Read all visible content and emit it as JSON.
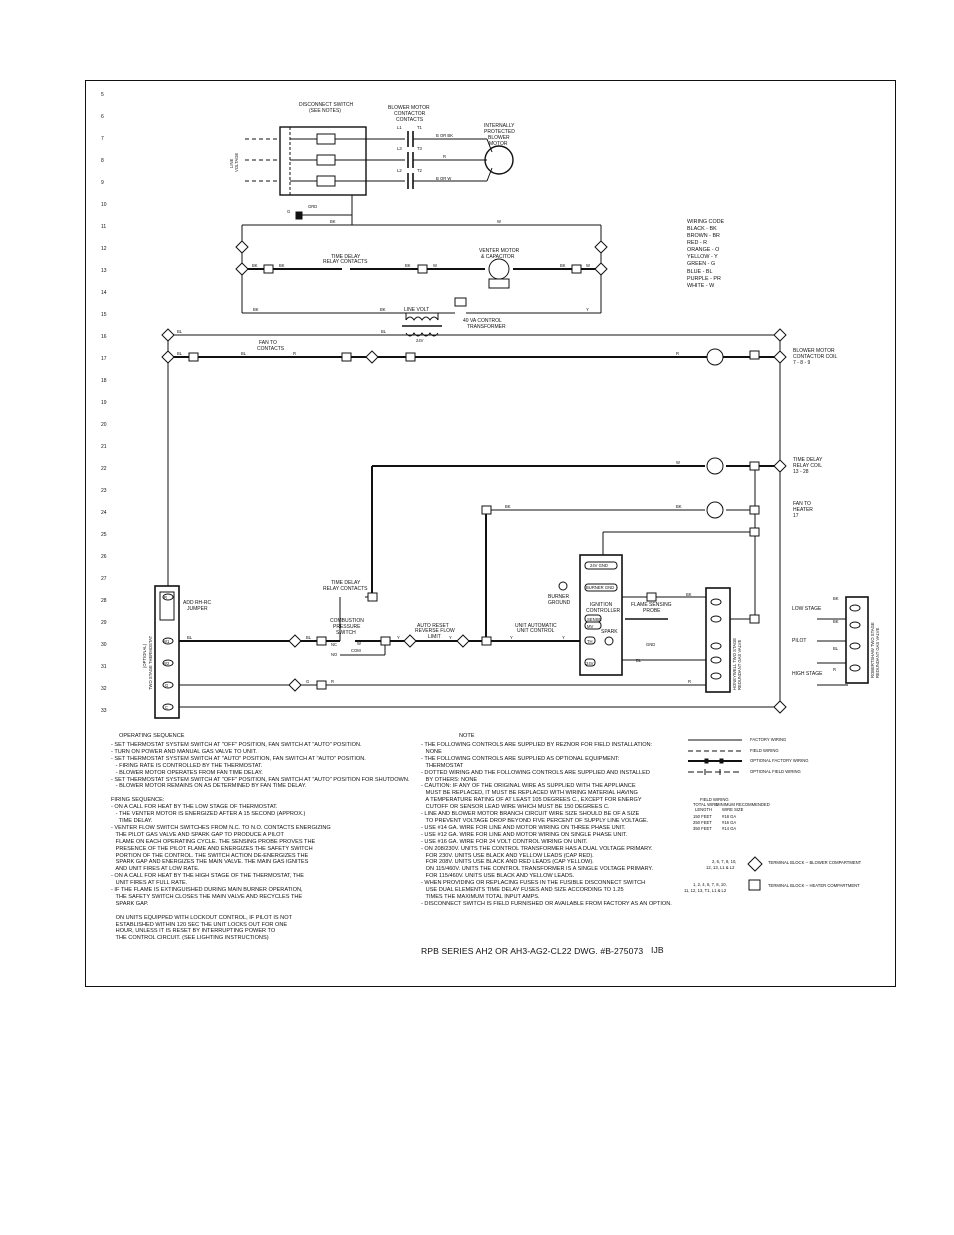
{
  "line_numbers": [
    "5",
    "6",
    "7",
    "8",
    "9",
    "10",
    "11",
    "12",
    "13",
    "14",
    "15",
    "16",
    "17",
    "18",
    "19",
    "20",
    "21",
    "22",
    "23",
    "24",
    "25",
    "26",
    "27",
    "28",
    "29",
    "30",
    "31",
    "32",
    "33"
  ],
  "labels": {
    "disconnect_switch": "DISCONNECT SWITCH",
    "see_notes": "(SEE NOTES)",
    "blower_contactor": "BLOWER MOTOR",
    "blower_contactor2": "CONTACTOR",
    "blower_contactor3": "CONTACTS",
    "l1": "L1",
    "t1": "T1",
    "l3": "L3",
    "t3": "T3",
    "l2": "L2",
    "t2": "T2",
    "line_voltage": "LINE",
    "line_voltage2": "VOLTAGE",
    "internally_protected": "INTERNALLY",
    "internally_protected2": "PROTECTED",
    "internally_protected3": "BLOWER",
    "internally_protected4": "MOTOR",
    "b_or_bk": "B OR BK",
    "b_or_w": "B OR W",
    "r": "R",
    "grd": "GRD",
    "g": "G",
    "bk": "BK",
    "w": "W",
    "time_delay_relay_contacts": "TIME DELAY",
    "time_delay_relay_contacts2": "RELAY CONTACTS",
    "venter_motor": "VENTER MOTOR",
    "venter_motor2": "& CAPACITOR",
    "line_volt": "LINE VOLT",
    "transformer": "40 VA CONTROL",
    "transformer2": "TRANSFORMER",
    "v24": "24V",
    "y": "Y",
    "bl": "BL",
    "fan_to_contacts": "FAN TO",
    "fan_to_contacts2": "CONTACTS",
    "blower_motor_coil": "BLOWER MOTOR",
    "blower_motor_coil2": "CONTACTOR COIL",
    "blower_motor_coil3": "7 - 8 - 9",
    "time_delay_relay_coil": "TIME DELAY",
    "time_delay_relay_coil2": "RELAY COIL",
    "time_delay_relay_coil3": "13 - 28",
    "fan_to_heater": "FAN TO",
    "fan_to_heater2": "HEATER",
    "fan_to_heater3": "17",
    "add_rh_rc": "ADD RH-RC",
    "add_rh_rc2": "JUMPER",
    "combustion_pressure_switch": "COMBUSTION",
    "combustion_pressure_switch2": "PRESSURE",
    "combustion_pressure_switch3": "SWITCH",
    "auto_reset": "AUTO RESET",
    "auto_reset2": "REVERSE FLOW",
    "auto_reset3": "LIMIT",
    "unit_auto_control": "UNIT AUTOMATIC",
    "unit_auto_control2": "UNIT CONTROL",
    "burner_ground": "BURNER",
    "burner_ground2": "GROUND",
    "ignition_controller": "IGNITION",
    "ignition_controller2": "CONTROLLER",
    "flame_sensing": "FLAME SENSING",
    "flame_sensing2": "PROBE",
    "spark": "SPARK",
    "gnd": "GND",
    "no": "NO",
    "nc": "NC",
    "com": "COM",
    "low_stage": "LOW STAGE",
    "pilot": "PILOT",
    "high_stage": "HIGH STAGE",
    "thermostat_vertical": "TWO STAGE THERMOSTAT",
    "thermostat_vertical2": "(OPTIONAL)",
    "honeywell_vertical": "HONEYWELL TWO STAGE",
    "honeywell_vertical2": "REDUNDANT GAS VALVE",
    "robertshaw_vertical": "ROBERTSHAW TWO STAGE",
    "robertshaw_vertical2": "REDUNDANT GAS VALVE",
    "term_24v_gnd": "24V GND",
    "term_burner": "BURNER GND",
    "term_sense": "SENSE",
    "term_mv": "MV",
    "term_24v": "24V",
    "term_th": "TH",
    "term_r": "R",
    "term_w1": "W1",
    "term_w2": "W2",
    "term_c": "C",
    "term_g": "G",
    "term_y": "Y"
  },
  "wiring_code": {
    "title": "WIRING CODE",
    "items": [
      "BLACK - BK",
      "BROWN - BR",
      "RED - R",
      "ORANGE - O",
      "YELLOW - Y",
      "GREEN - G",
      "BLUE - BL",
      "PURPLE - PR",
      "WHITE - W"
    ]
  },
  "legend": {
    "factory_wiring": "FACTORY WIRING",
    "field_wiring": "FIELD WIRING",
    "optional_factory": "OPTIONAL FACTORY WIRING",
    "optional_field": "OPTIONAL FIELD WIRING",
    "field_wiring_title": "FIELD WIRING",
    "total_wire_length": "TOTAL WIRE",
    "total_wire_length2": "LENGTH",
    "min_recommended": "MINIMUM RECOMMENDED",
    "min_recommended2": "WIRE SIZE",
    "rows": [
      [
        "150 FEET",
        "#18 GA"
      ],
      [
        "250 FEET",
        "#16 GA"
      ],
      [
        "350 FEET",
        "#14 GA"
      ]
    ],
    "blower_nums": "2, 6, 7, 8, 10,",
    "blower_nums2": "12, 13, L1 & L2",
    "blower_block": "TERMINAL BLOCK -- BLOWER COMPARTMENT",
    "heater_nums": "1, 2, 4, 6, 7, 8, 10,",
    "heater_nums2": "11, 12, 13, T1, L1 & L2",
    "heater_block": "TERMINAL BLOCK -- HEATER COMPARTMENT"
  },
  "operating_sequence": {
    "title": "OPERATING SEQUENCE",
    "text": "- SET THERMOSTAT SYSTEM SWITCH AT \"OFF\" POSITION, FAN SWITCH AT \"AUTO\" POSITION.\n- TURN ON POWER AND MANUAL GAS VALVE TO UNIT.\n- SET THERMOSTAT SYSTEM SWITCH AT \"AUTO\" POSITION, FAN SWITCH AT \"AUTO\" POSITION.\n   - FIRING RATE IS CONTROLLED BY THE THERMOSTAT.\n   - BLOWER MOTOR OPERATES FROM FAN TIME DELAY.\n- SET THERMOSTAT SYSTEM SWITCH AT \"OFF\" POSITION, FAN SWITCH AT \"AUTO\" POSITION FOR SHUTDOWN.\n   - BLOWER MOTOR REMAINS ON AS DETERMINED BY FAN TIME DELAY.\n\nFIRING SEQUENCE:\n- ON A CALL FOR HEAT BY THE LOW STAGE OF THERMOSTAT.\n   - THE VENTER MOTOR IS ENERGIZED AFTER A 15 SECOND (APPROX.)\n     TIME DELAY.\n- VENTER FLOW SWITCH SWITCHES FROM N.C. TO N.O. CONTACTS ENERGIZING\n   THE PILOT GAS VALVE AND SPARK GAP TO PRODUCE A PILOT\n   FLAME ON EACH OPERATING CYCLE. THE SENSING PROBE PROVES THE\n   PRESENCE OF THE PILOT FLAME AND ENERGIZES THE SAFETY SWITCH\n   PORTION OF THE CONTROL. THE SWITCH ACTION DE-ENERGIZES THE\n   SPARK GAP AND ENERGIZES THE MAIN VALVE. THE MAIN GAS IGNITES\n   AND UNIT FIRES AT LOW RATE.\n- ON A CALL FOR HEAT BY THE HIGH STAGE OF THE THERMOSTAT, THE\n   UNIT FIRES AT FULL RATE.\n- IF THE FLAME IS EXTINGUISHED DURING MAIN BURNER OPERATION,\n   THE SAFETY SWITCH CLOSES THE MAIN VALVE AND RECYCLES THE\n   SPARK GAP.\n\n   ON UNITS EQUIPPED WITH LOCKOUT CONTROL, IF PILOT IS NOT\n   ESTABLISHED WITHIN 120 SEC THE UNIT LOCKS OUT FOR ONE\n   HOUR, UNLESS IT IS RESET BY INTERRUPTING POWER TO\n   THE CONTROL CIRCUIT. (SEE LIGHTING INSTRUCTIONS)"
  },
  "note": {
    "title": "NOTE",
    "text": "- THE FOLLOWING CONTROLS ARE SUPPLIED BY REZNOR FOR FIELD INSTALLATION:\n   NONE\n- THE FOLLOWING CONTROLS ARE SUPPLIED AS OPTIONAL EQUIPMENT:\n   THERMOSTAT\n- DOTTED WIRING AND THE FOLLOWING CONTROLS ARE SUPPLIED AND INSTALLED\n   BY OTHERS: NONE\n- CAUTION: IF ANY OF THE ORIGINAL WIRE AS SUPPLIED WITH THE APPLIANCE\n   MUST BE REPLACED, IT MUST BE REPLACED WITH WIRING MATERIAL HAVING\n   A TEMPERATURE RATING OF AT LEAST 105 DEGREES C., EXCEPT FOR ENERGY\n   CUTOFF OR SENSOR LEAD WIRE WHICH MUST BE 150 DEGREES C.\n- LINE AND BLOWER MOTOR BRANCH CIRCUIT WIRE SIZE SHOULD BE OF A SIZE\n   TO PREVENT VOLTAGE DROP BEYOND FIVE PERCENT OF SUPPLY LINE VOLTAGE.\n- USE #14 GA. WIRE FOR LINE AND MOTOR WIRING ON THREE PHASE UNIT.\n- USE #12 GA. WIRE FOR LINE AND MOTOR WIRING ON SINGLE PHASE UNIT.\n- USE #16 GA. WIRE FOR 24 VOLT CONTROL WIRING ON UNIT.\n- ON 208/230V. UNITS THE CONTROL TRANSFORMER HAS A DUAL VOLTAGE PRIMARY.\n   FOR 230V. UNITS USE BLACK AND YELLOW LEADS (CAP RED).\n   FOR 208V. UNITS USE BLACK AND RED LEADS (CAP YELLOW).\n   ON 115/460V. UNITS THE CONTROL TRANSFORMER IS A SINGLE VOLTAGE PRIMARY.\n   FOR 115/460V. UNITS USE BLACK AND YELLOW LEADS.\n- WHEN PROVIDING OR REPLACING FUSES IN THE FUSIBLE DISCONNECT SWITCH\n   USE DUAL ELEMENTS TIME DELAY FUSES AND SIZE ACCORDING TO 1.25\n   TIMES THE MAXIMUM TOTAL INPUT AMPS.\n- DISCONNECT SWITCH IS FIELD FURNISHED OR AVAILABLE FROM FACTORY AS AN OPTION."
  },
  "drawing_title": "RPB SERIES AH2 OR AH3-AG2-CL22   DWG. #B-275073",
  "initials": "IJB"
}
